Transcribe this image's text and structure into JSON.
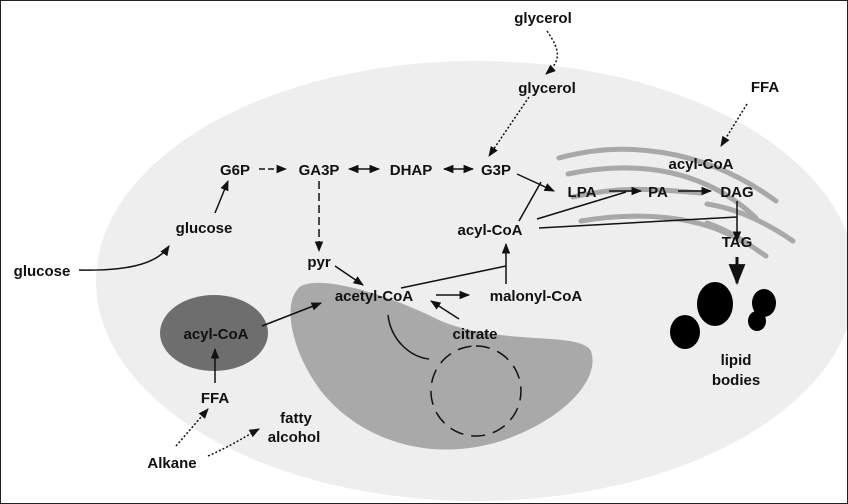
{
  "title": "Lipid metabolism pathways in oleaginous yeast cell",
  "colors": {
    "cell": "#eeeeee",
    "mitochondrion": "#a9a9a9",
    "peroxisome": "#6e6e6e",
    "er": "#a8a8a8",
    "lipid_body": "#000000",
    "text": "#111111"
  },
  "labels": {
    "glycerol_outside": "glycerol",
    "glycerol_inside": "glycerol",
    "ffa_outside": "FFA",
    "g6p": "G6P",
    "ga3p": "GA3P",
    "dhap": "DHAP",
    "g3p": "G3P",
    "lpa": "LPA",
    "pa": "PA",
    "dag": "DAG",
    "tag": "TAG",
    "acyl_coa_er": "acyl-CoA",
    "acyl_coa_cyto": "acyl-CoA",
    "glucose_inside": "glucose",
    "glucose_outside": "glucose",
    "pyr": "pyr",
    "acetyl_coa": "acetyl-CoA",
    "malonyl_coa": "malonyl-CoA",
    "citrate": "citrate",
    "acyl_coa_perox": "acyl-CoA",
    "ffa_inside": "FFA",
    "alkane": "Alkane",
    "fatty": "fatty",
    "alcohol": "alcohol",
    "lipid": "lipid",
    "bodies": "bodies"
  }
}
